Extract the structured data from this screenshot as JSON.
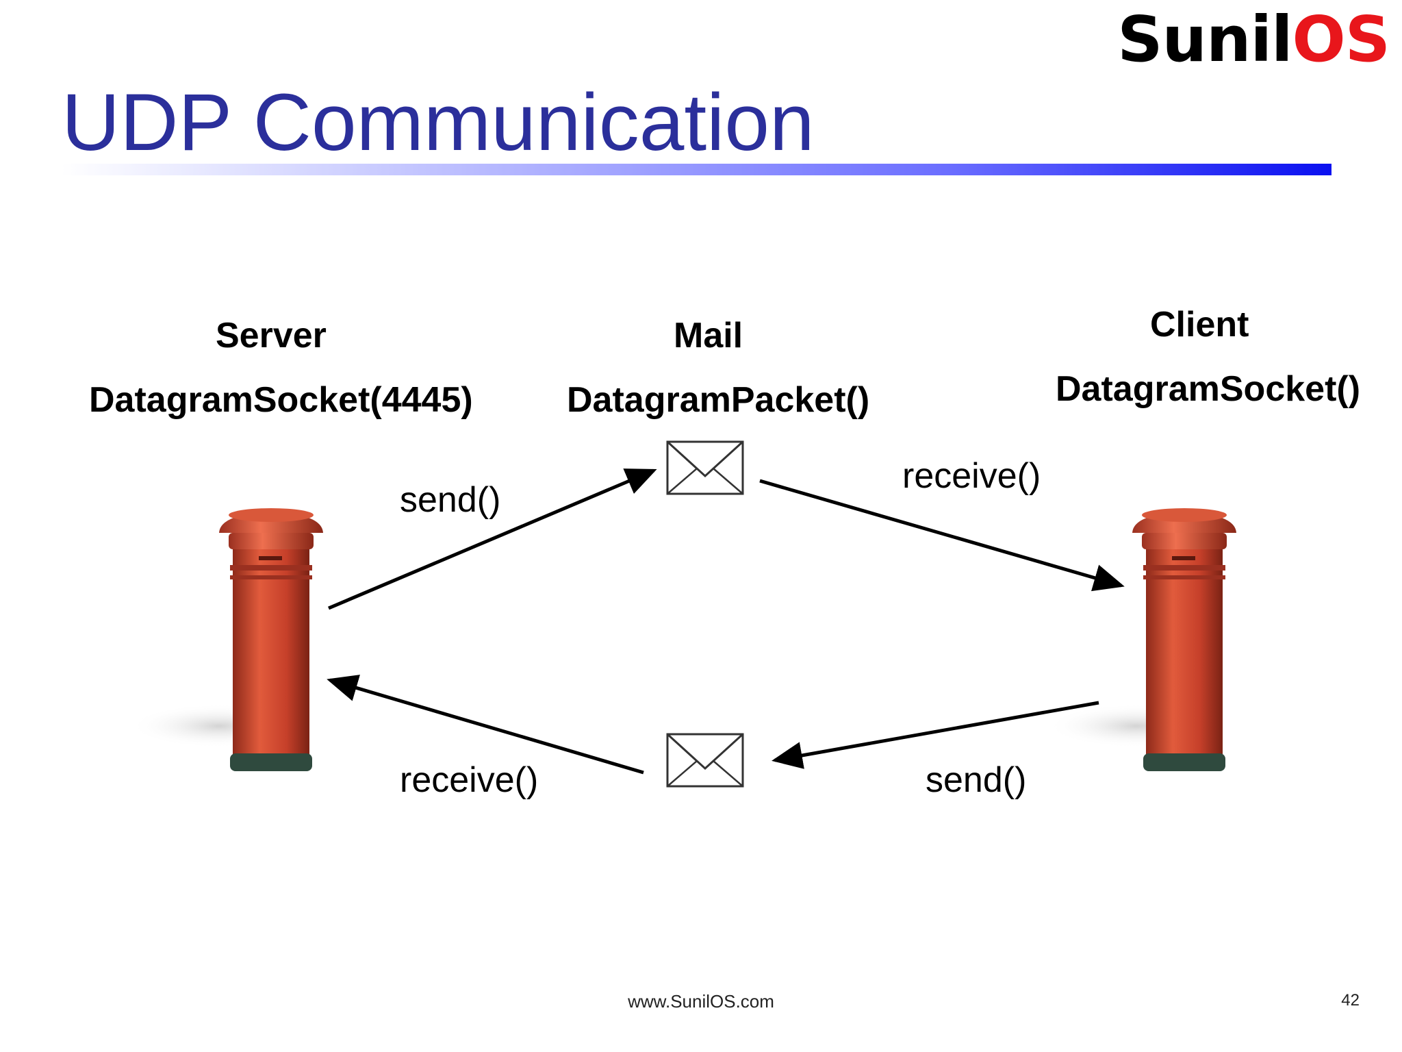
{
  "logo": {
    "part_a": "Sunil",
    "part_b": "OS"
  },
  "title": "UDP Communication",
  "server": {
    "heading": "Server",
    "socket": "DatagramSocket(4445)"
  },
  "mail": {
    "heading": "Mail",
    "packet": "DatagramPacket()"
  },
  "client": {
    "heading": "Client",
    "socket": "DatagramSocket()"
  },
  "arrows": {
    "server_send": "send()",
    "client_receive": "receive()",
    "server_receive": "receive()",
    "client_send": "send()"
  },
  "footer": {
    "url": "www.SunilOS.com",
    "page": "42"
  },
  "colors": {
    "title": "#2b2f9b",
    "logo_accent": "#e8161b",
    "postbox": "#c6402a"
  }
}
